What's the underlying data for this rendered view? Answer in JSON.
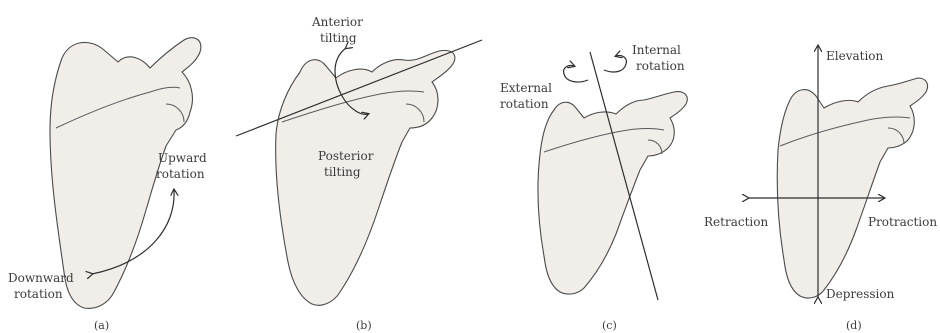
{
  "panels": [
    {
      "caption": "(a)",
      "labels": [
        "Upward",
        "rotation",
        "Downward",
        "rotation"
      ]
    },
    {
      "caption": "(b)",
      "labels": [
        "Anterior",
        "tilting",
        "Posterior",
        "tilting"
      ]
    },
    {
      "caption": "(c)",
      "labels": [
        "Internal",
        "rotation",
        "External",
        "rotation"
      ]
    },
    {
      "caption": "(d)",
      "labels": [
        "Elevation",
        "Retraction",
        "Protraction",
        "Depression"
      ]
    }
  ]
}
